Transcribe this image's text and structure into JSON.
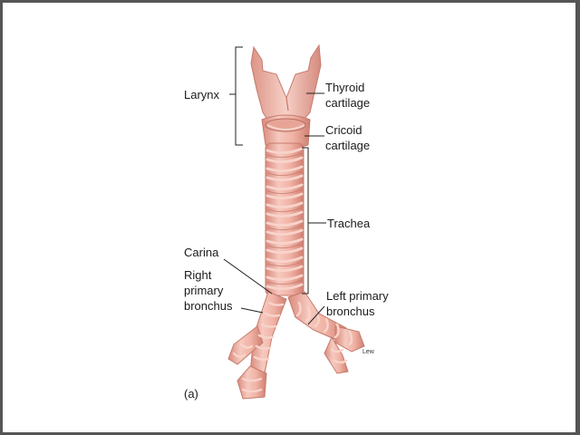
{
  "labels": {
    "larynx": "Larynx",
    "thyroid_1": "Thyroid",
    "thyroid_2": "cartilage",
    "cricoid_1": "Cricoid",
    "cricoid_2": "cartilage",
    "trachea": "Trachea",
    "carina": "Carina",
    "right_1": "Right",
    "right_2": "primary",
    "right_3": "bronchus",
    "left_1": "Left primary",
    "left_2": "bronchus",
    "panel": "(a)"
  },
  "artist_signature": "Lew",
  "colors": {
    "tissue": "#f2b5a8",
    "tissue_dark": "#d98a7c",
    "ring_light": "#f8d3ca",
    "frame": "#555555",
    "background": "#ffffff",
    "leader": "#222222"
  }
}
